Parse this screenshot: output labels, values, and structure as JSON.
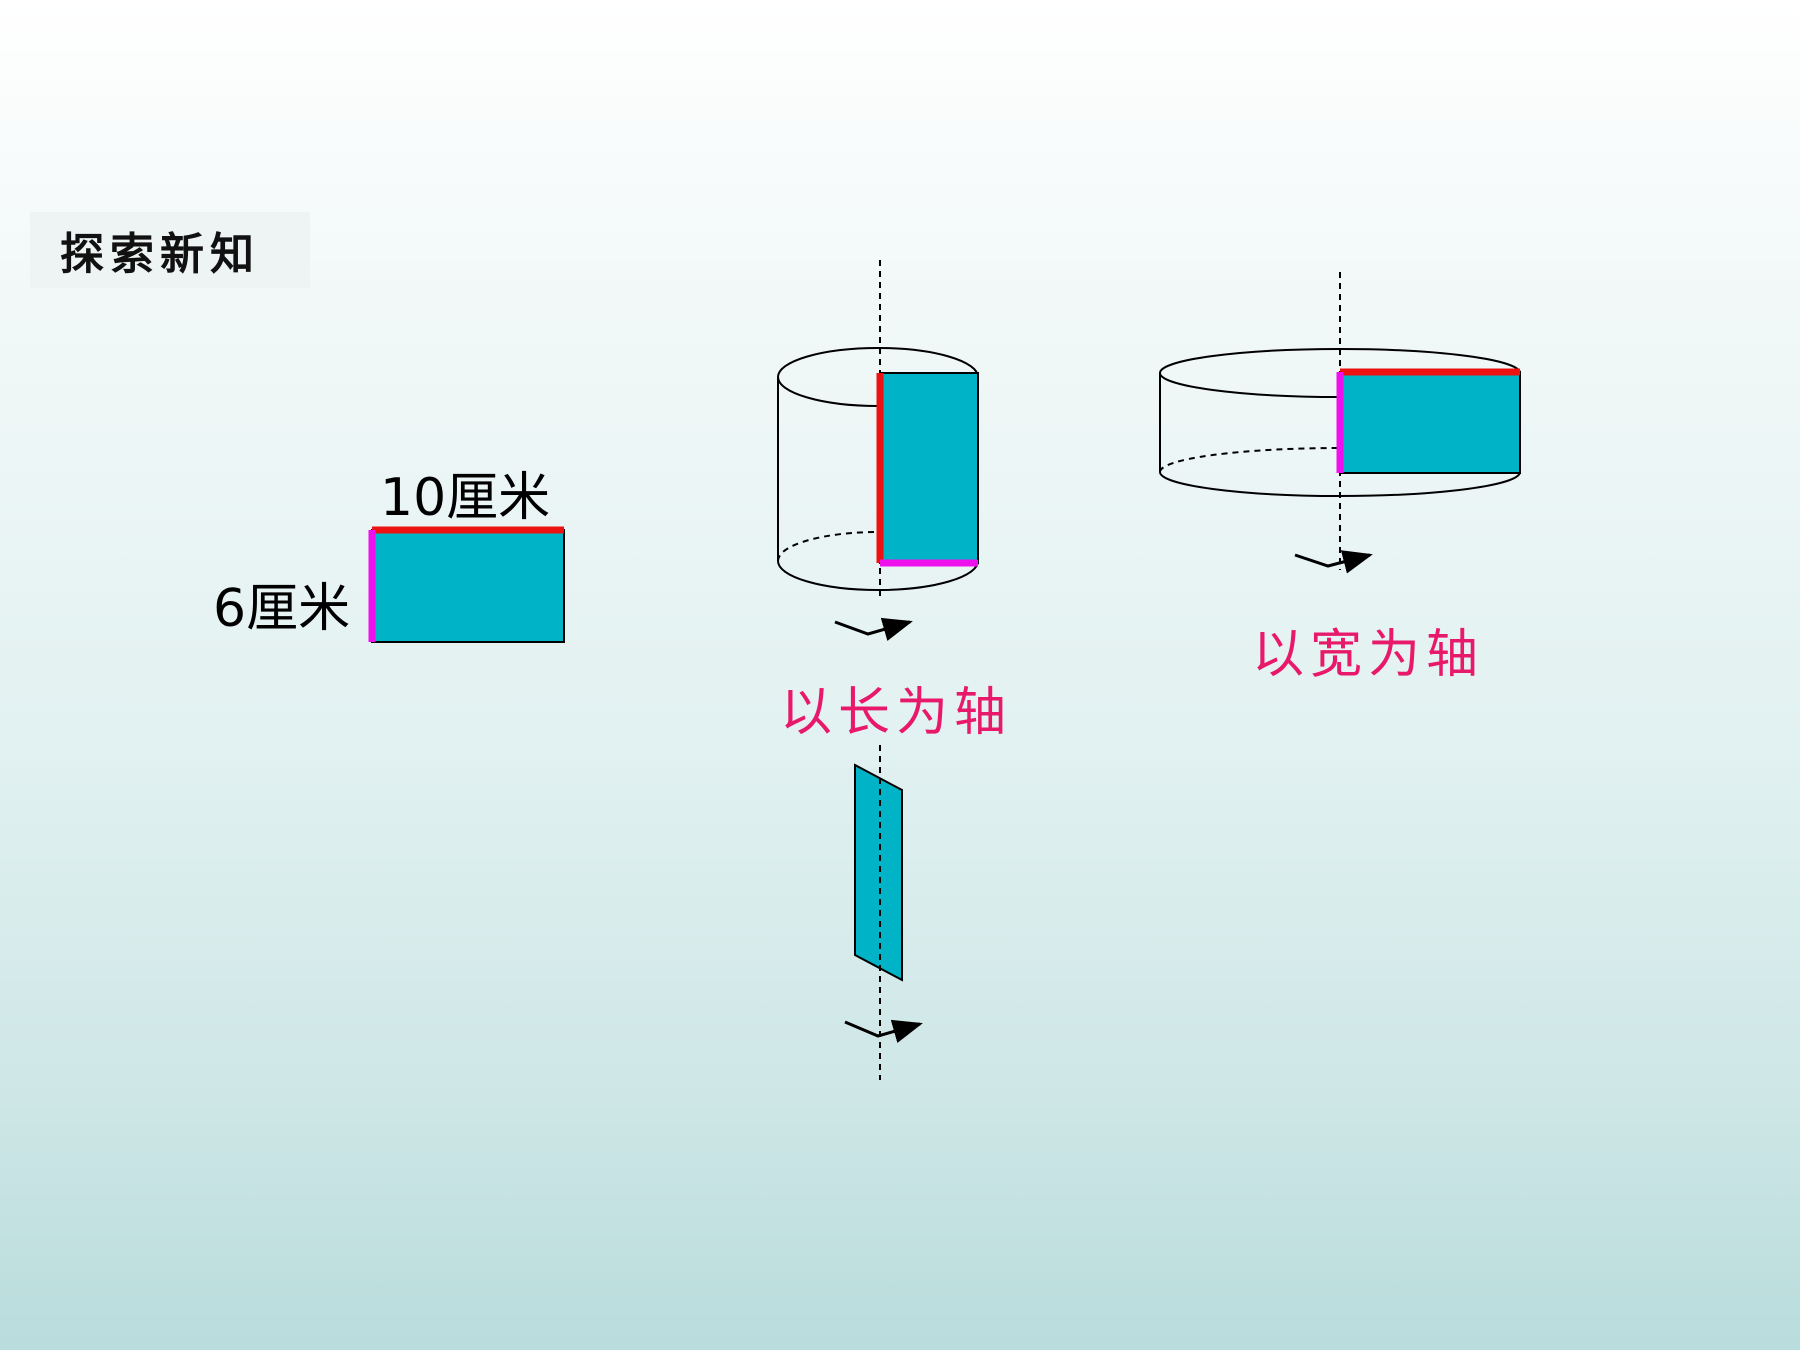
{
  "section_tag": "探索新知",
  "rectangle": {
    "length_label": "10厘米",
    "width_label": "6厘米"
  },
  "rotations": [
    {
      "axis_label": "以长为轴"
    },
    {
      "axis_label": "以宽为轴"
    }
  ],
  "colors": {
    "fill": "#00b3c6",
    "length_edge": "#ee1111",
    "width_edge": "#ee11ee",
    "axis_label": "#e8196a"
  },
  "icons": [
    "rotation-arrow-icon"
  ]
}
